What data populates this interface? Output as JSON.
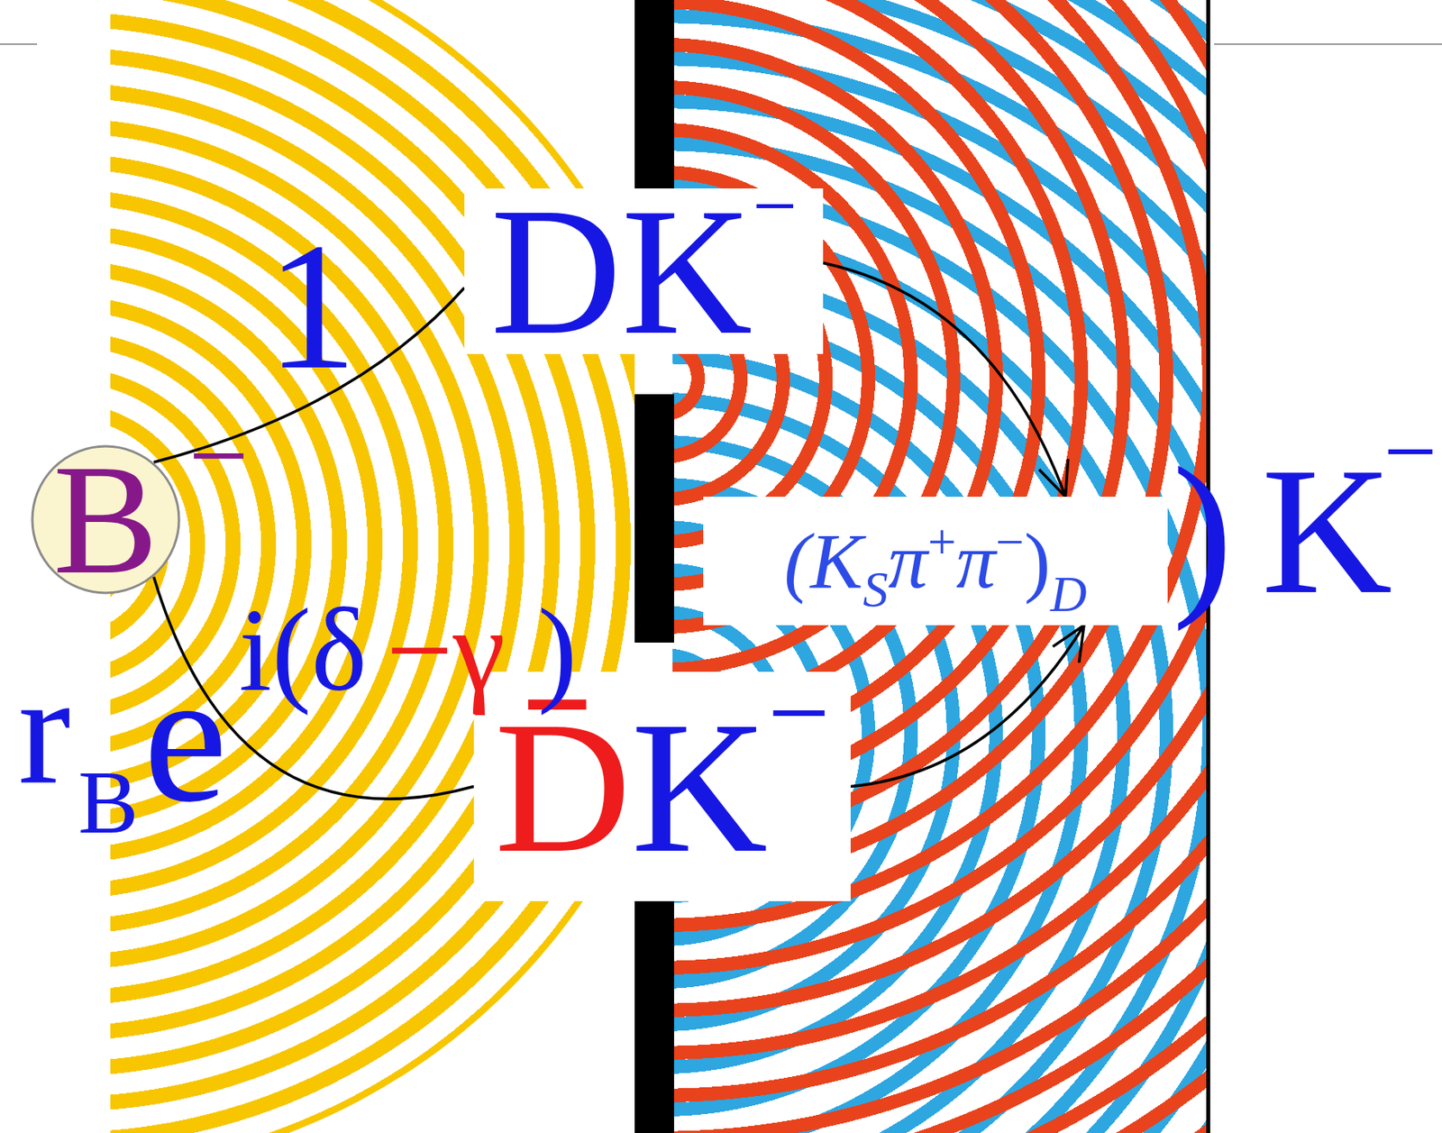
{
  "diagram": {
    "nodes": [
      {
        "text": [
          "B",
          "−"
        ]
      },
      {
        "text": [
          "DK",
          "−"
        ]
      },
      {
        "text": [
          "D̄",
          "K",
          "−"
        ]
      },
      {
        "text": [
          "(K",
          "S",
          "π",
          "+",
          "π",
          "−",
          ")",
          "D"
        ]
      }
    ],
    "edges": [
      {
        "from": 0,
        "to": 1,
        "label": "1",
        "arrow": "none"
      },
      {
        "from": 1,
        "to": 3,
        "arrow": "to"
      },
      {
        "from": 0,
        "to": 2,
        "arrow": "none"
      },
      {
        "from": 2,
        "to": 3,
        "arrow": "to"
      }
    ],
    "labels": [
      "r",
      "B",
      "e",
      "i(δ",
      "−γ",
      ")",
      ")",
      "K",
      "−"
    ]
  }
}
